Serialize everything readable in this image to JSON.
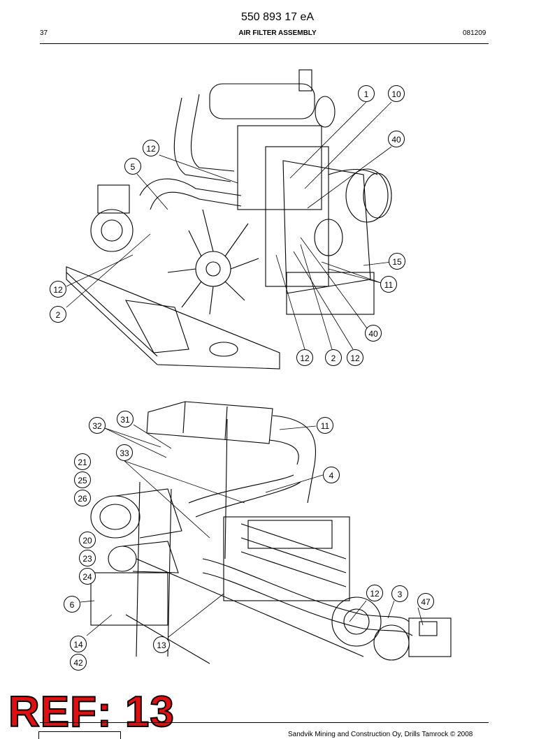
{
  "header": {
    "doc_number": "550 893 17 eA",
    "page_number": "37",
    "title": "AIR FILTER ASSEMBLY",
    "date_code": "081209"
  },
  "top_callouts": [
    "1",
    "10",
    "40",
    "12",
    "5",
    "15",
    "11",
    "12",
    "2",
    "40",
    "12",
    "2",
    "12"
  ],
  "bottom_callouts": [
    "31",
    "32",
    "11",
    "33",
    "21",
    "4",
    "25",
    "26",
    "20",
    "23",
    "24",
    "12",
    "3",
    "47",
    "6",
    "14",
    "13",
    "42"
  ],
  "ref_stamp": "REF: 13",
  "footer": {
    "copyright": "Sandvik Mining and Construction Oy, Drills Tamrock © 2008"
  }
}
